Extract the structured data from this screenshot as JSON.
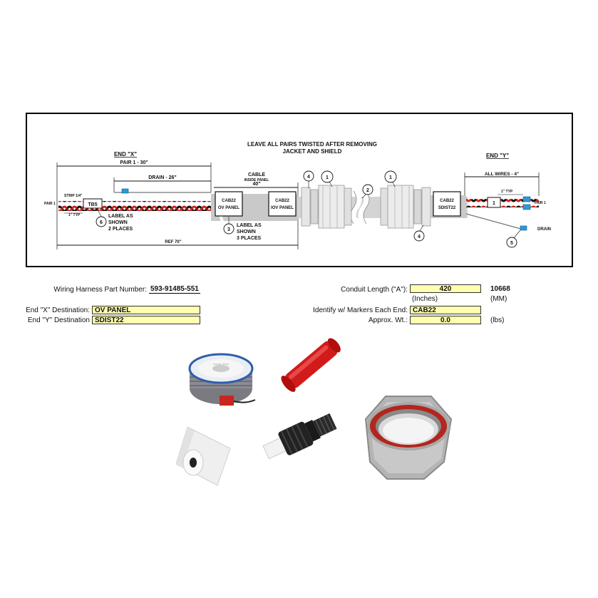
{
  "diagram": {
    "heading_line1": "LEAVE ALL PAIRS TWISTED AFTER REMOVING",
    "heading_line2": "JACKET AND SHIELD",
    "end_x": "END \"X\"",
    "end_y": "END \"Y\"",
    "pair_x_dim": "PAIR 1 - 30\"",
    "drain_dim": "DRAIN - 26\"",
    "cable_label": "CABLE",
    "cable_sub": "INSIDE PANEL",
    "cable_dim": "40\"",
    "all_wires_dim": "ALL WIRES - 4\"",
    "one_typ_left": "1\" TYP",
    "one_typ_right": "1\" TYP",
    "strip": "STRIP 1/4\"",
    "pair1_left": "PAIR 1",
    "pair1_right": "PAIR 1",
    "tb_label": "TB5",
    "marker1_line1": "CAB22",
    "marker1_line2": "OV PANEL",
    "marker2_line1": "CAB22",
    "marker2_line2": "IOV PANEL",
    "marker3_line1": "CAB22",
    "marker3_line2": "SDIST22",
    "box_right": "1",
    "label_as_shown_2_l1": "LABEL AS",
    "label_as_shown_2_l2": "SHOWN",
    "label_as_shown_2_l3": "2 PLACES",
    "label_as_shown_3_l1": "LABEL AS",
    "label_as_shown_3_l2": "SHOWN",
    "label_as_shown_3_l3": "3 PLACES",
    "ref_dim": "REF 70\"",
    "drain_right": "DRAIN",
    "callouts": [
      "1",
      "1",
      "2",
      "3",
      "4",
      "4",
      "5",
      "6"
    ]
  },
  "form": {
    "part_number_label": "Wiring Harness Part Number:",
    "part_number": "593-91485-551",
    "end_x_label": "End \"X\" Destination:",
    "end_x_value": "OV PANEL",
    "end_y_label": "End \"Y\" Destination",
    "end_y_value": "SDIST22",
    "conduit_label": "Conduit Length (\"A\"):",
    "conduit_inches": "420",
    "conduit_mm": "10668",
    "inches_unit": "(Inches)",
    "mm_unit": "(MM)",
    "markers_label": "Identify w/ Markers Each End:",
    "markers_value": "CAB22",
    "weight_label": "Approx. Wt.:",
    "weight_value": "0.0",
    "weight_unit": "(lbs)"
  },
  "colors": {
    "field_fill": "#ffffb0",
    "wire_red": "#c8261e",
    "wire_black": "#111111",
    "conduit_gray": "#c9c9c9",
    "marker_blue": "#2a9bd6"
  }
}
